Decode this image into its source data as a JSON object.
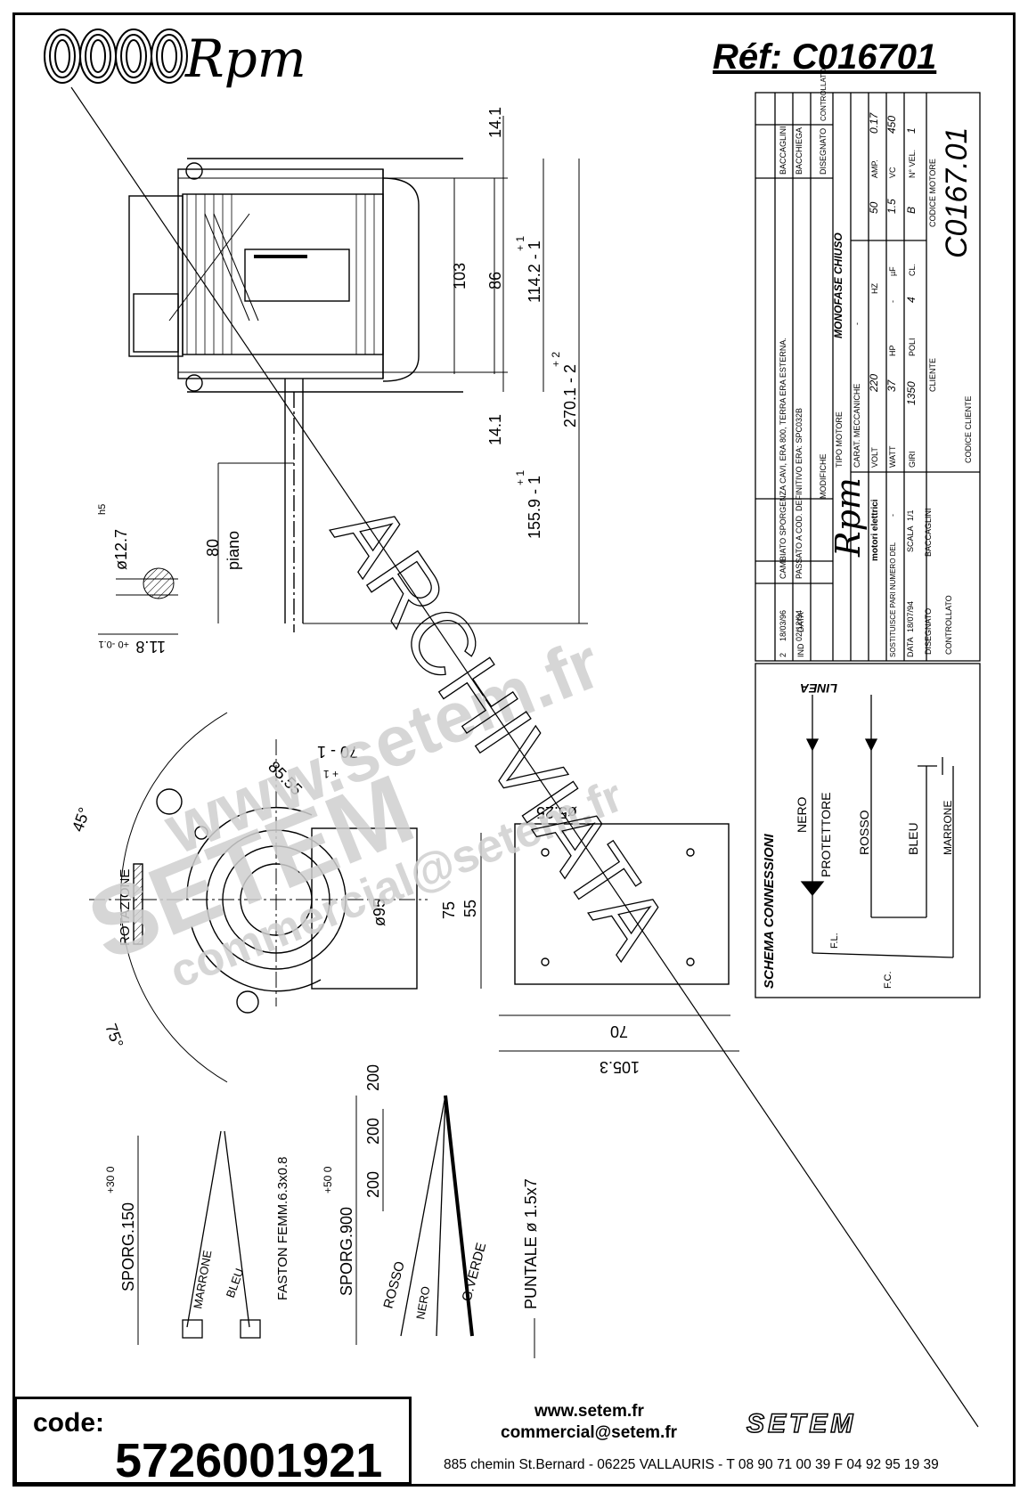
{
  "header": {
    "brand": "Rpm",
    "reference": "Réf:  C016701"
  },
  "code_box": {
    "label": "code:",
    "value": "5726001921"
  },
  "footer": {
    "website": "www.setem.fr",
    "email": "commercial@setem.fr",
    "address": "885 chemin St.Bernard  -  06225 VALLAURIS  -  T 08 90 71 00 39   F 04 92 95 19 39",
    "brand": "SETEM"
  },
  "watermark": {
    "archive": "ARCHIVIATA",
    "domain": "www.setem.fr",
    "company": "SETEM",
    "email": "commercial@setem.fr"
  },
  "dimensions": {
    "d14_top": "14.1",
    "d14_bottom": "14.1",
    "d103": "103",
    "d86": "86",
    "d114": "114.2 - 1",
    "d114_tol": "+ 1",
    "d270": "270.1 - 2",
    "d270_tol": "+ 2",
    "d155": "155.9 - 1",
    "d155_tol": "+ 1",
    "d80": "80",
    "piano": "piano",
    "shaft": "ø12.7",
    "shaft_tol": "h5",
    "flat": "11.8",
    "flat_tol": "+0   -0.1",
    "d70_top": "70 - 1",
    "d70_top_tol": "+ 1",
    "d85": "85.55",
    "angle45": "45°",
    "angle75": "75°",
    "rotazione": "ROTAZIONE",
    "d95": "ø95",
    "d75": "75",
    "d55": "55",
    "d525": "ø5.25",
    "d70": "70",
    "d105": "105.3",
    "eq": "="
  },
  "wires": {
    "sporg150": "SPORG.150",
    "sporg150_tol": "+30  0",
    "marrone": "MARRONE",
    "bleu": "BLEU",
    "faston": "FASTON FEMM.6.3x0.8",
    "sporg900": "SPORG.900",
    "sporg900_tol": "+50  0",
    "seg": "200",
    "rosso": "ROSSO",
    "nero": "NERO",
    "gverde": "G.VERDE",
    "puntale": "PUNTALE  ø 1.5x7"
  },
  "title_block": {
    "rev_header": [
      "IND",
      "DATA",
      "MODIFICHE",
      "DISEGNATO",
      "CONTROLLATO"
    ],
    "rev_rows": [
      {
        "ind": "2",
        "date": "18/03/96",
        "change": "CAMBIATO SPORGENZA CAVI, ERA 800, TERRA ERA ESTERNA.",
        "by": "BACCAGLINI",
        "chk": ""
      },
      {
        "ind": "1",
        "date": "02/12/94",
        "change": "PASSATO A COD. DEFINITIVO ERA: SPC032B",
        "by": "BACCHIEGA",
        "chk": ""
      },
      {
        "ind": "-",
        "date": "-",
        "change": "-",
        "by": "-",
        "chk": "-"
      },
      {
        "ind": "-",
        "date": "-",
        "change": "-",
        "by": "-",
        "chk": "-"
      }
    ],
    "tipo_motore_label": "TIPO MOTORE",
    "tipo_motore": "MONOFASE CHIUSO",
    "carat_label": "CARAT. MECCANICHE",
    "carat": "-",
    "volt_label": "VOLT",
    "volt": "220",
    "hz_label": "HZ",
    "hz": "50",
    "amp_label": "AMP.",
    "amp": "0.17",
    "watt_label": "WATT",
    "watt": "37",
    "hp_label": "HP",
    "hp": "-",
    "uf_label": "µF",
    "uf": "1.5",
    "vc_label": "VC",
    "vc": "450",
    "giri_label": "GIRI",
    "giri": "1350",
    "poli_label": "POLI",
    "poli": "4",
    "cl_label": "CL.",
    "cl": "B",
    "nvel_label": "N° VEL.",
    "nvel": "1",
    "cliente_label": "CLIENTE",
    "codice_cliente_label": "CODICE CLIENTE",
    "codice_motore_label": "CODICE MOTORE",
    "codice_motore": "C0167.01",
    "brand": "Rpm",
    "brand_sub": "motori elettrici",
    "sostituisce": "SOSTITUISCE PARI NUMERO DEL",
    "sostituisce_val": "-",
    "data_label": "DATA",
    "data": "18/07/94",
    "scala_label": "SCALA",
    "scala": "1/1",
    "disegnato_label": "DISEGNATO",
    "disegnato": "BACCAGLINI",
    "controllato_label": "CONTROLLATO"
  },
  "schema": {
    "title": "SCHEMA CONNESSIONI",
    "linea": "LINEA",
    "nero": "NERO",
    "protettore": "PROTETTORE",
    "rosso": "ROSSO",
    "bleu": "BLEU",
    "marrone": "MARRONE",
    "fl": "F.L.",
    "fc": "F.C."
  }
}
